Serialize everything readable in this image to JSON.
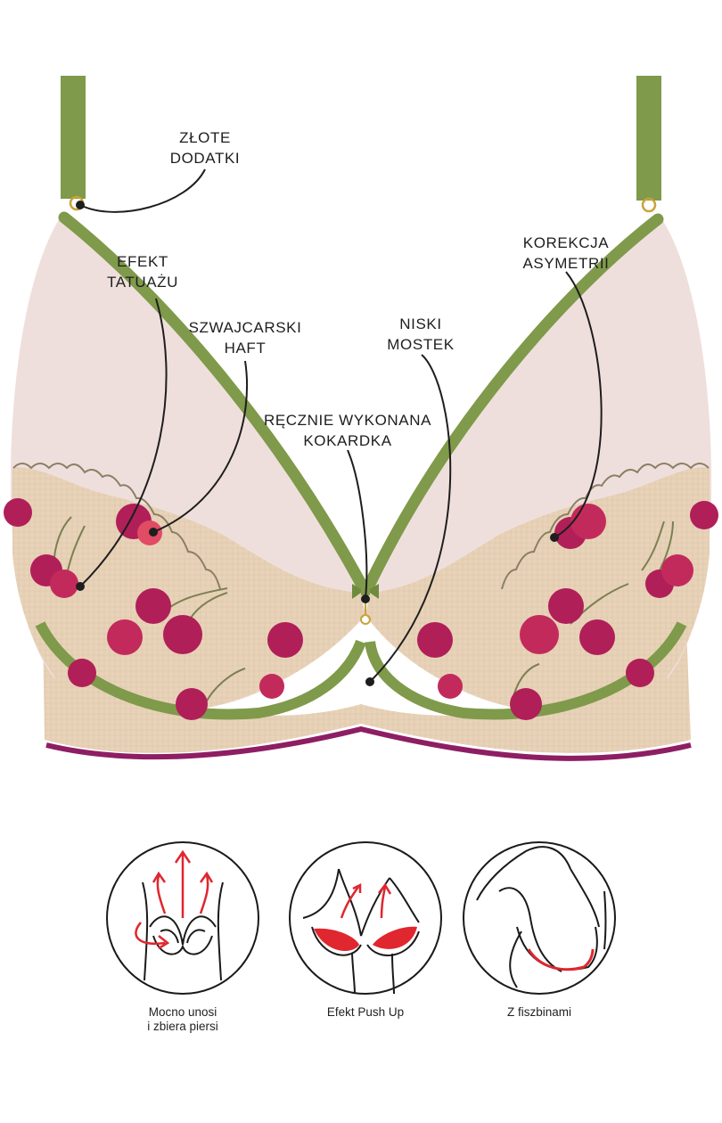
{
  "callouts": {
    "gold_accents": [
      "ZŁOTE",
      "DODATKI"
    ],
    "tattoo_effect": [
      "EFEKT",
      "TATUAŻU"
    ],
    "swiss_embroidery": [
      "SZWAJCARSKI",
      "HAFT"
    ],
    "low_gore": [
      "NISKI",
      "MOSTEK"
    ],
    "handmade_bow": [
      "RĘCZNIE WYKONANA",
      "KOKARDKA"
    ],
    "asymmetry_correction": [
      "KOREKCJA",
      "ASYMETRII"
    ]
  },
  "features": [
    {
      "icon": "lift-and-gather-icon",
      "caption": [
        "Mocno unosi",
        "i zbiera piersi"
      ]
    },
    {
      "icon": "push-up-icon",
      "caption": [
        "Efekt Push Up"
      ]
    },
    {
      "icon": "underwire-icon",
      "caption": [
        "Z fiszbinami"
      ]
    }
  ],
  "colors": {
    "olive": "#7f9a4a",
    "mesh": "#f1e1de",
    "nude": "#e4cdb2",
    "cherry": "#b01f58",
    "cherry_light": "#e14b63",
    "magenta_band": "#8e1e63",
    "arrow_red": "#e0262e"
  }
}
